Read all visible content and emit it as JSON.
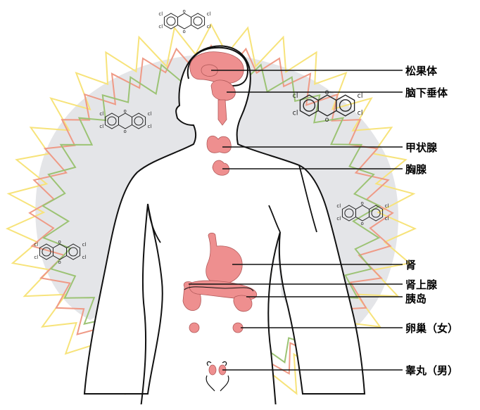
{
  "labels": {
    "pineal": "松果体",
    "pituitary": "脑下垂体",
    "thyroid": "甲状腺",
    "thymus": "胸腺",
    "kidney": "肾",
    "adrenal": "肾上腺",
    "pancreas": "胰岛",
    "ovary": "卵巢（女）",
    "testis": "睾丸（男）"
  },
  "molecule": {
    "chlorine_symbol": "cl",
    "oxygen_symbol": "o"
  },
  "colors": {
    "halo_gray": "#e4e5e8",
    "zig_yellow": "#f7e37a",
    "zig_red": "#ef9a86",
    "zig_green": "#9cc374",
    "organ_pink": "#ee8f8f",
    "outline": "#111111"
  }
}
